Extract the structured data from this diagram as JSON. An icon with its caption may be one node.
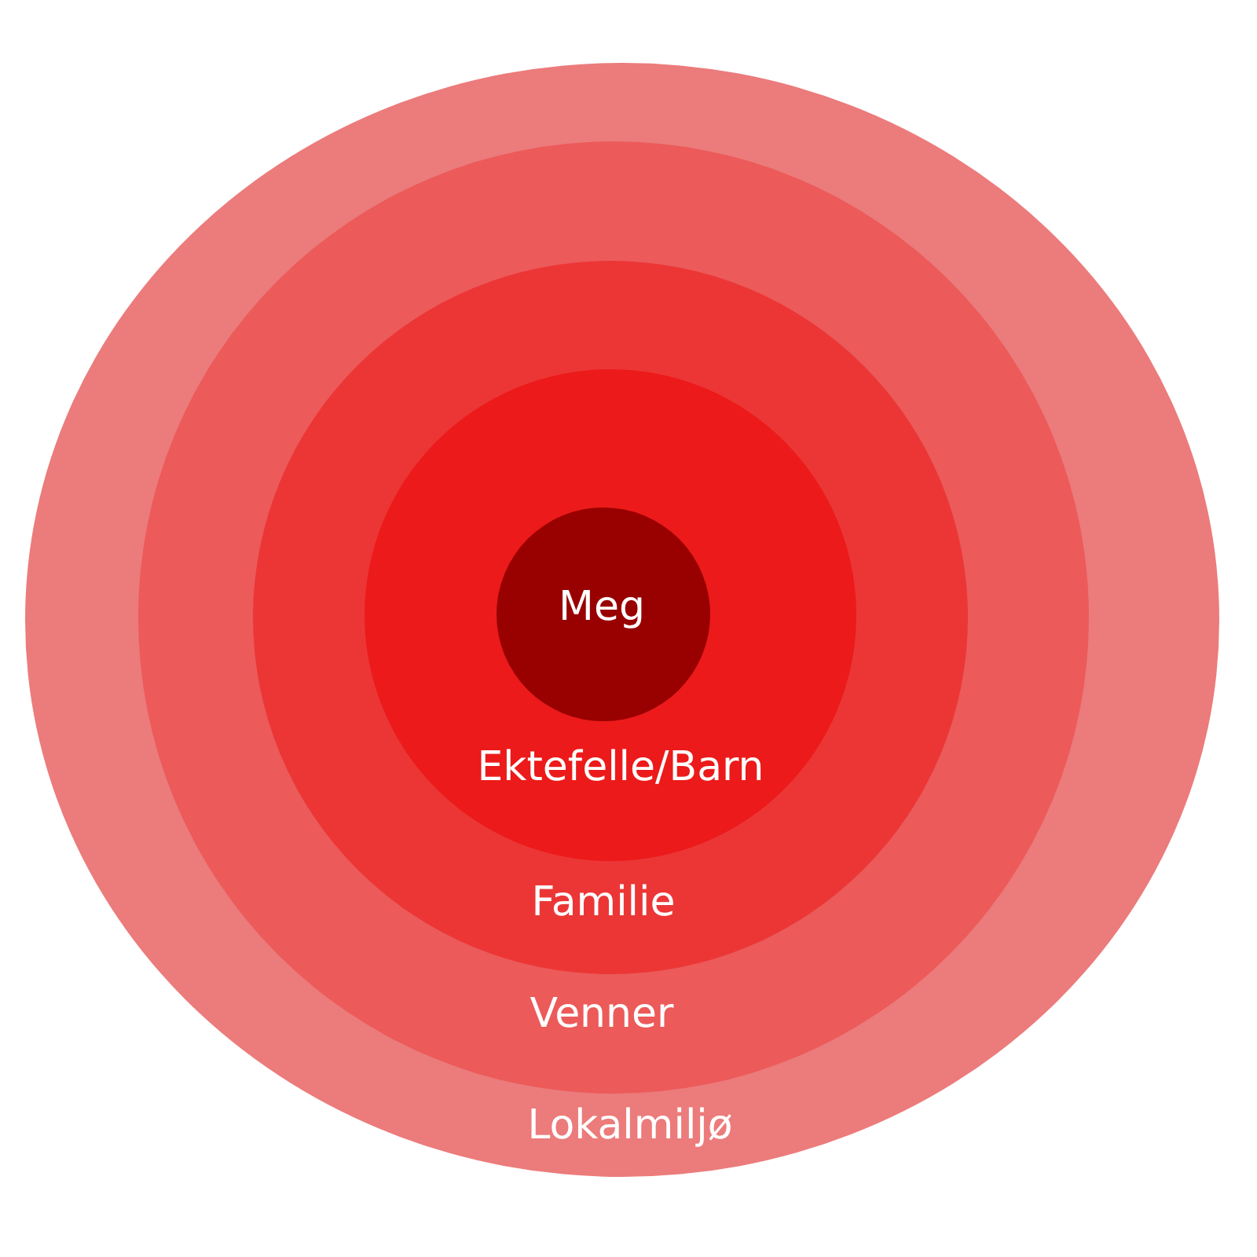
{
  "diagram": {
    "nodes": [
      {
        "text": [
          "Lokalmiljø"
        ]
      },
      {
        "text": [
          "Venner"
        ],
        "in": 0
      },
      {
        "text": [
          "Familie"
        ],
        "in": 1
      },
      {
        "text": [
          "Ektefelle/Barn"
        ],
        "in": 2
      },
      {
        "text": [
          "Meg"
        ],
        "in": 3
      }
    ]
  }
}
